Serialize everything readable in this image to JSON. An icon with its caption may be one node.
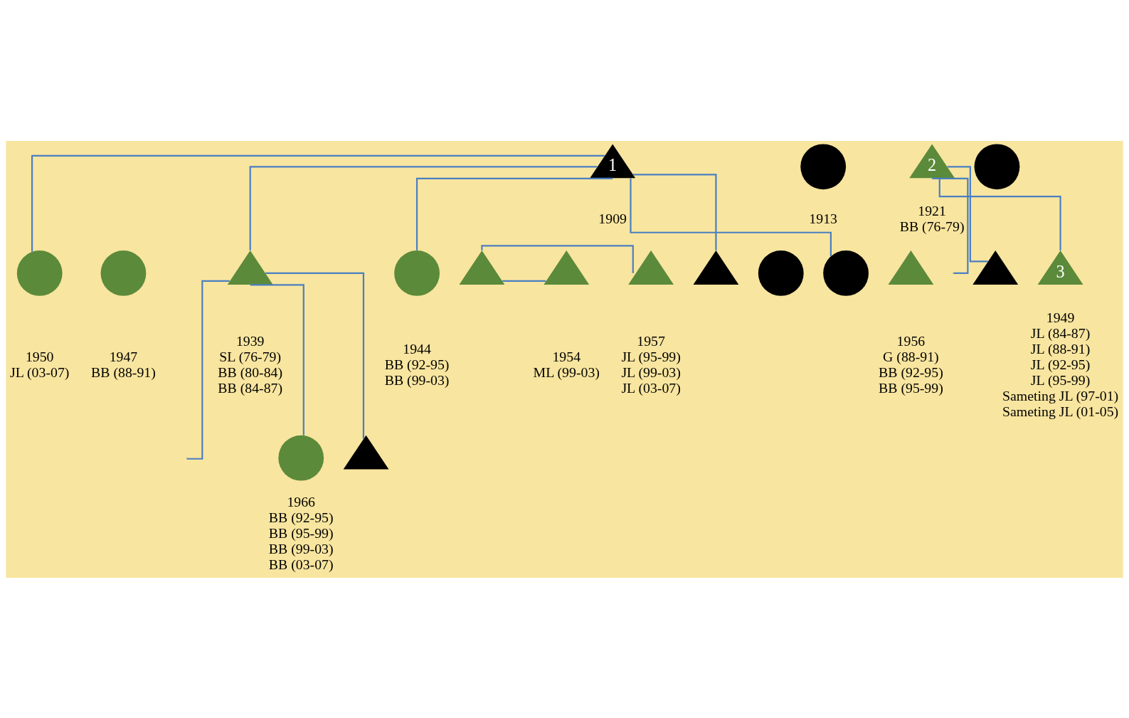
{
  "diagram": {
    "nodes": [
      {
        "text": [
          "1"
        ],
        "beside": [
          "1909"
        ]
      },
      {
        "text": [],
        "shape": "circle",
        "beside": [
          "1913"
        ]
      },
      {
        "text": [
          "2"
        ],
        "beside": [
          "1921",
          "BB (76-79)"
        ]
      },
      {
        "text": [],
        "shape": "circle"
      },
      {
        "text": [],
        "shape": "circle",
        "beside": [
          "1947",
          "BB (88-91)"
        ]
      },
      {
        "text": [],
        "shape": "triangle",
        "beside": [
          "1939",
          "SL (76-79)",
          "BB (80-84)",
          "BB (84-87)"
        ]
      },
      {
        "text": [],
        "shape": "circle",
        "beside": [
          "1944",
          "BB (92-95)",
          "BB (99-03)"
        ]
      },
      {
        "text": [],
        "shape": "triangle"
      },
      {
        "text": [],
        "shape": "triangle",
        "beside": [
          "1954",
          "ML (99-03)"
        ]
      },
      {
        "text": [],
        "shape": "triangle",
        "beside": [
          "1957",
          "JL (95-99)",
          "JL (99-03)",
          "JL (03-07)"
        ]
      },
      {
        "text": [],
        "shape": "triangle"
      },
      {
        "text": [],
        "shape": "circle"
      },
      {
        "text": [],
        "shape": "circle"
      },
      {
        "text": [],
        "shape": "triangle",
        "beside": [
          "1956",
          "G (88-91)",
          "BB (92-95)",
          "BB (95-99)"
        ]
      },
      {
        "text": [],
        "shape": "circle",
        "beside": [
          "1950",
          "JL (03-07)"
        ]
      },
      {
        "text": [],
        "shape": "triangle"
      },
      {
        "text": [
          "3"
        ],
        "beside": [
          "1949",
          "JL (84-87)",
          "JL (88-91)",
          "JL (92-95)",
          "JL (95-99)",
          "Sameting JL (97-01)",
          "Sameting JL (01-05)"
        ]
      },
      {
        "text": [],
        "shape": "circle",
        "beside": [
          "1966",
          "BB (92-95)",
          "BB (95-99)",
          "BB (99-03)",
          "BB (03-07)"
        ]
      },
      {
        "text": [],
        "shape": "triangle"
      }
    ],
    "edges": [
      {
        "from": 0,
        "to": 5,
        "arrow": "none"
      },
      {
        "from": 0,
        "to": 6,
        "arrow": "none"
      },
      {
        "from": 0,
        "to": 10,
        "arrow": "none"
      },
      {
        "from": 0,
        "to": 12,
        "arrow": "none"
      },
      {
        "from": 0,
        "to": 14,
        "arrow": "none"
      },
      {
        "from": 2,
        "to": 15,
        "arrow": "none"
      },
      {
        "from": 2,
        "to": 16,
        "arrow": "none"
      },
      {
        "from": 2,
        "to": null,
        "arrow": "none"
      },
      {
        "from": 7,
        "to": 8,
        "arrow": "none"
      },
      {
        "from": 7,
        "to": 9,
        "arrow": "none"
      },
      {
        "from": 5,
        "to": 17,
        "arrow": "none"
      },
      {
        "from": 5,
        "to": 18,
        "arrow": "none"
      },
      {
        "from": 5,
        "to": null,
        "arrow": "none"
      }
    ]
  }
}
